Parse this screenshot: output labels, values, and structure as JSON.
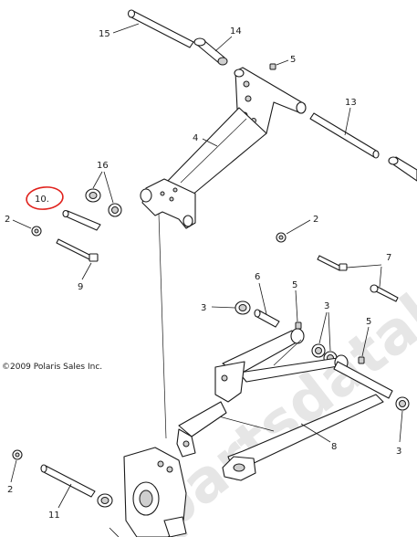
{
  "copyright": "©2009 Polaris Sales Inc.",
  "watermark": "partsdatabackup",
  "callouts": {
    "c15": "15",
    "c14": "14",
    "c5a": "5",
    "c13": "13",
    "c4": "4",
    "c16": "16",
    "c10": "10.",
    "c2a": "2",
    "c2b": "2",
    "c9": "9",
    "c7": "7",
    "c6": "6",
    "c5b": "5",
    "c3a": "3",
    "c3b": "3",
    "c5c": "5",
    "c3c": "3",
    "c8": "8",
    "c2c": "2",
    "c11": "11"
  },
  "highlight_color": "#e0201b"
}
